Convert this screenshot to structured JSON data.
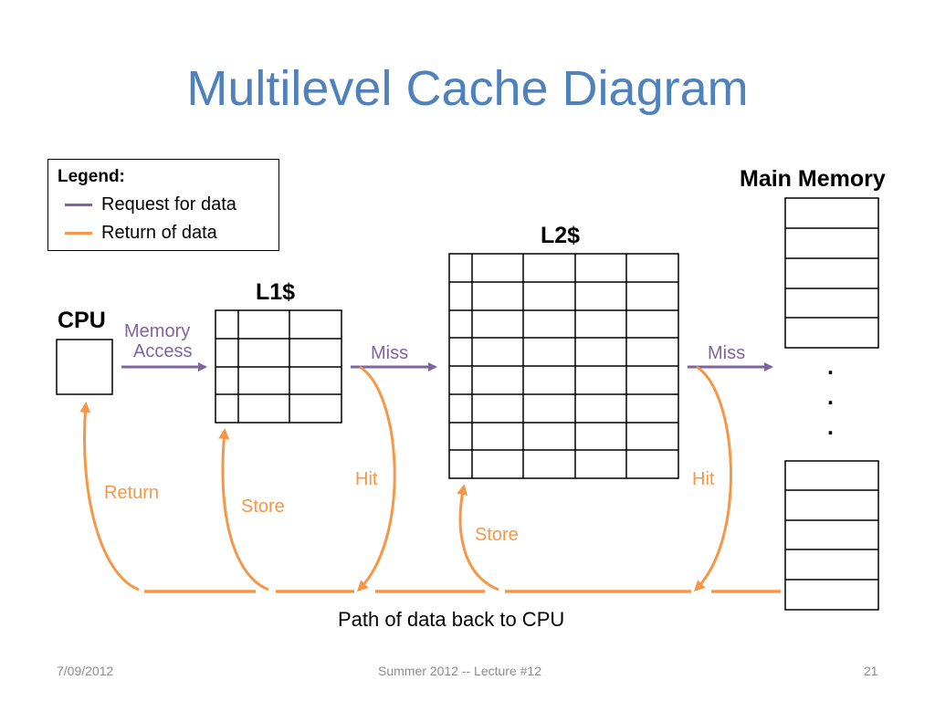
{
  "slide": {
    "title": "Multilevel Cache Diagram"
  },
  "legend": {
    "heading": "Legend:",
    "request_label": "Request for data",
    "return_label": "Return of data",
    "request_color": "#8064a2",
    "return_color": "#f79646"
  },
  "components": {
    "cpu": "CPU",
    "l1": "L1$",
    "l2": "L2$",
    "main_memory": "Main Memory",
    "ellipsis": [
      ".",
      ".",
      "."
    ]
  },
  "arrows": {
    "memory_access_line1": "Memory",
    "memory_access_line2": "Access",
    "miss_l1": "Miss",
    "miss_l2": "Miss",
    "hit_l1": "Hit",
    "hit_l2": "Hit",
    "return": "Return",
    "store_l1": "Store",
    "store_l2": "Store"
  },
  "path_label": "Path of data back to CPU",
  "footer": {
    "date": "7/09/2012",
    "course": "Summer 2012 -- Lecture #12",
    "page": "21"
  }
}
